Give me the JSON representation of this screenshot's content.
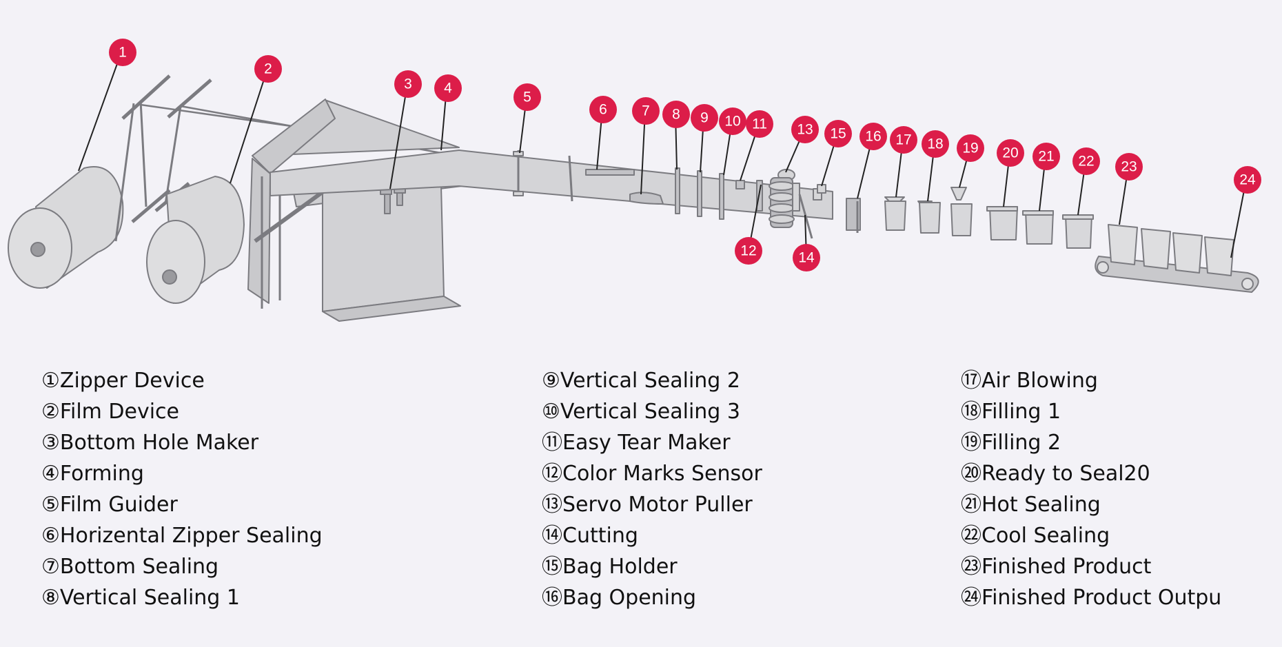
{
  "colors": {
    "badge": "#dc1d49",
    "machine_fill": "#d6d6d8",
    "machine_stroke": "#7b7b80",
    "background": "#f3f2f7",
    "text": "#111111"
  },
  "legend": [
    {
      "marker": "①",
      "label": "Zipper Device"
    },
    {
      "marker": "②",
      "label": "Film Device"
    },
    {
      "marker": "③",
      "label": "Bottom Hole Maker"
    },
    {
      "marker": "④",
      "label": "Forming"
    },
    {
      "marker": "⑤",
      "label": "Film Guider"
    },
    {
      "marker": "⑥",
      "label": "Horizental Zipper Sealing"
    },
    {
      "marker": "⑦",
      "label": "Bottom Sealing"
    },
    {
      "marker": "⑧",
      "label": "Vertical Sealing 1"
    },
    {
      "marker": "⑨",
      "label": "Vertical Sealing 2"
    },
    {
      "marker": "⑩",
      "label": "Vertical Sealing 3"
    },
    {
      "marker": "⑪",
      "label": "Easy Tear Maker"
    },
    {
      "marker": "⑫",
      "label": "Color Marks Sensor"
    },
    {
      "marker": "⑬",
      "label": "Servo Motor Puller"
    },
    {
      "marker": "⑭",
      "label": "Cutting"
    },
    {
      "marker": "⑮",
      "label": "Bag Holder"
    },
    {
      "marker": "⑯",
      "label": "Bag Opening"
    },
    {
      "marker": "⑰",
      "label": "Air Blowing"
    },
    {
      "marker": "⑱",
      "label": "Filling 1"
    },
    {
      "marker": "⑲",
      "label": "Filling 2"
    },
    {
      "marker": "⑳",
      "label": "Ready to Seal20"
    },
    {
      "marker": "㉑",
      "label": "Hot Sealing"
    },
    {
      "marker": "㉒",
      "label": "Cool Sealing"
    },
    {
      "marker": "㉓",
      "label": "Finished Product"
    },
    {
      "marker": "㉔",
      "label": "Finished Product Outpu"
    }
  ],
  "callouts": [
    "1",
    "2",
    "3",
    "4",
    "5",
    "6",
    "7",
    "8",
    "9",
    "10",
    "11",
    "12",
    "13",
    "14",
    "15",
    "16",
    "17",
    "18",
    "19",
    "20",
    "21",
    "22",
    "23",
    "24"
  ]
}
